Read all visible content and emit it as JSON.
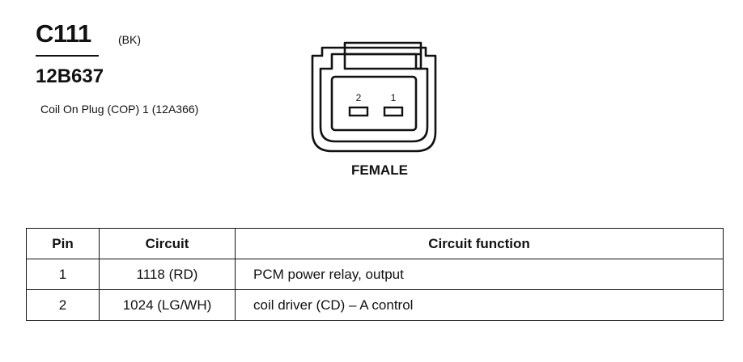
{
  "connector": {
    "id": "C111",
    "color_code": "(BK)",
    "part_number": "12B637",
    "description": "Coil On Plug (COP) 1 (12A366)",
    "gender": "FEMALE",
    "pin_labels": [
      "2",
      "1"
    ]
  },
  "pin_table": {
    "headers": {
      "pin": "Pin",
      "circuit": "Circuit",
      "function": "Circuit function"
    },
    "rows": [
      {
        "pin": "1",
        "circuit": "1118 (RD)",
        "function": "PCM power relay, output"
      },
      {
        "pin": "2",
        "circuit": "1024 (LG/WH)",
        "function": "coil driver (CD) – A control"
      }
    ]
  }
}
